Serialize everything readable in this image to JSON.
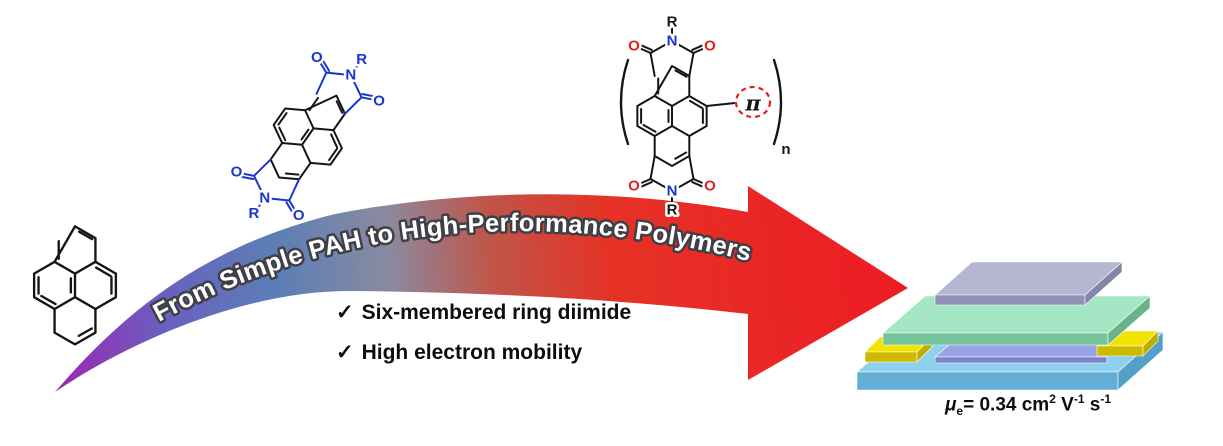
{
  "arrow": {
    "label": "From Simple PAH to High-Performance Polymers"
  },
  "bullets": {
    "check": "✓",
    "items": [
      "Six-membered ring diimide",
      "High electron mobility"
    ]
  },
  "molecules": {
    "atom_n": "N",
    "atom_o": "O",
    "substituent_r": "R",
    "pi_unit": "π",
    "repeat_subscript": "n"
  },
  "device": {
    "mobility_symbol": "μ",
    "mobility_symbol_sub": "e",
    "mobility_value": "= 0.34 cm",
    "mobility_sup_cm": "2",
    "mobility_unit_v": " V",
    "mobility_sup_v": "-1",
    "mobility_unit_s": " s",
    "mobility_sup_s": "-1"
  },
  "colors": {
    "arrow_start": "#9c27b0",
    "arrow_mid_blue": "#5b7fb5",
    "arrow_red": "#ed1c24",
    "imide_blue": "#1a35cc",
    "oxygen_red": "#e02020",
    "pi_circle_red": "#e02020",
    "skeleton_black": "#151515",
    "device_substrate_blue": "#8fd0ee",
    "device_electrode_yellow": "#f2e400",
    "device_channel_periwinkle": "#9aa4e4",
    "device_dielectric_green": "#a5e6c4",
    "device_gate_gray": "#b4b6d2"
  }
}
